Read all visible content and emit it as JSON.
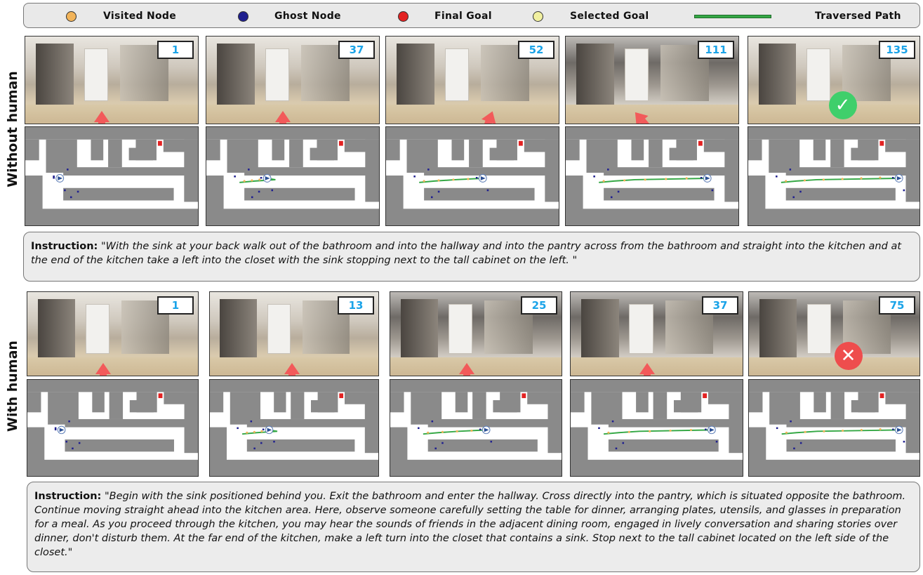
{
  "legend": [
    {
      "label": "Visited Node",
      "icon": "visited-node-icon",
      "color": "#f2b45a"
    },
    {
      "label": "Ghost Node",
      "icon": "ghost-node-icon",
      "color": "#1f1f8f"
    },
    {
      "label": "Final Goal",
      "icon": "final-goal-icon",
      "color": "#e32222"
    },
    {
      "label": "Selected Goal",
      "icon": "selected-goal-icon",
      "color": "#f1f0a0"
    },
    {
      "label": "Traversed Path",
      "icon": "traversed-path-icon",
      "color": "#35a845"
    }
  ],
  "rows": [
    {
      "label": "Without human",
      "steps": [
        "1",
        "37",
        "52",
        "111",
        "135"
      ],
      "result": "success"
    },
    {
      "label": "With human",
      "steps": [
        "1",
        "13",
        "25",
        "37",
        "75"
      ],
      "result": "failure"
    }
  ],
  "instructions": [
    {
      "label": "Instruction:",
      "text": "\"With the sink at your back walk out of the bathroom and into the hallway and into the pantry across from the bathroom and straight into the kitchen and at the end of the kitchen take a left into the closet with the sink stopping next to the tall cabinet on the left. \""
    },
    {
      "label": "Instruction:",
      "text": "\"Begin with the sink positioned behind you. Exit the bathroom and enter the hallway. Cross directly into the pantry, which is situated opposite the bathroom. Continue moving straight ahead into the kitchen area. Here, observe someone carefully setting the table for dinner, arranging plates, utensils, and glasses in preparation for a meal. As you proceed through the kitchen, you may hear the sounds of friends in the adjacent dining room, engaged in lively conversation and sharing stories over dinner, don't disturb them. At the far end of the kitchen, make a left turn into the closet that contains a sink. Stop next to the tall cabinet located on the left side of the closet.\""
    }
  ],
  "colors": {
    "step_number": "#1aa3e8",
    "arrow": "#f25a5a",
    "success": "#3fcf6b",
    "failure": "#ee4d4d",
    "map_wall": "#8a8a8a"
  }
}
